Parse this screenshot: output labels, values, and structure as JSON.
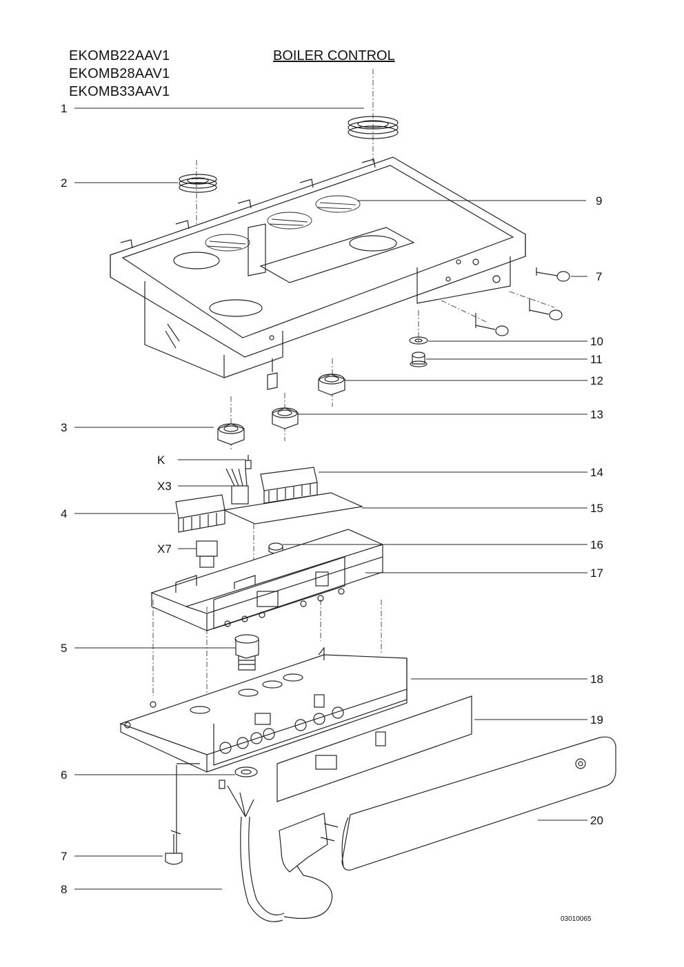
{
  "header": {
    "models": [
      "EKOMB22AAV1",
      "EKOMB28AAV1",
      "EKOMB33AAV1"
    ],
    "title": "BOILER CONTROL"
  },
  "drawing_code": "03010065",
  "callouts": {
    "left": [
      "1",
      "2",
      "3",
      "K",
      "X3",
      "4",
      "X7",
      "5",
      "6",
      "7",
      "8"
    ],
    "right": [
      "9",
      "7",
      "10",
      "11",
      "12",
      "13",
      "14",
      "15",
      "16",
      "17",
      "18",
      "19",
      "20"
    ]
  }
}
